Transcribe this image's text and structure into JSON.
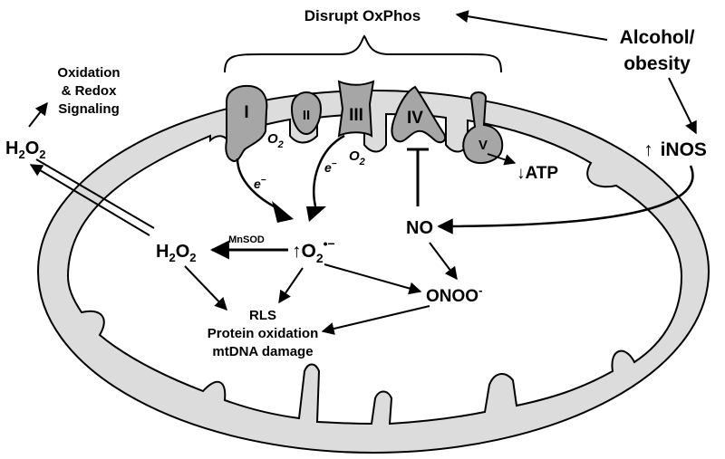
{
  "title": "Disrupt OxPhos",
  "labels": {
    "alcohol_line1": "Alcohol/",
    "alcohol_line2": "obesity",
    "inos": "iNOS",
    "atp": "ATP",
    "no": "NO",
    "oxidation_line1": "Oxidation",
    "oxidation_line2": "& Redox",
    "oxidation_line3": "Signaling",
    "h2o2_main": "H",
    "h2o2_sub1": "2",
    "h2o2_o": "O",
    "h2o2_sub2": "2",
    "superoxide_o": "O",
    "superoxide_sub": "2",
    "superoxide_sup": "•−",
    "mnsod": "MnSOD",
    "onoo": "ONOO",
    "onoo_sup": "-",
    "damage_line1": "RLS",
    "damage_line2": "Protein oxidation",
    "damage_line3": "mtDNA damage",
    "o2_left": "O",
    "o2_left_sub": "2",
    "o2_right": "O",
    "o2_right_sub": "2",
    "electron": "e",
    "electron_sup": "−",
    "up_arrow": "↑",
    "down_arrow": "↓"
  },
  "complexes": [
    "I",
    "II",
    "III",
    "IV",
    "V"
  ],
  "colors": {
    "complex_fill": "#a6a6a6",
    "membrane_fill": "#dcdcdc",
    "stroke": "#000000"
  }
}
